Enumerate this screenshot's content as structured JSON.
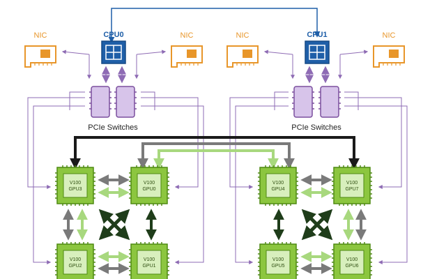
{
  "colors": {
    "cpu_blue": "#1f5fa8",
    "nic_orange": "#e8962a",
    "pcie_purple": "#b79bd3",
    "pcie_border": "#7b4f9e",
    "gpu_green": "#76b82a",
    "gpu_dark": "#4e8a12",
    "link_black": "#1a1a1a",
    "link_gray": "#7a7a7a",
    "link_light_green": "#a8d87e",
    "link_dark_green": "#1f3d1a",
    "purple_line": "#8e6bb4"
  },
  "labels": {
    "nic": "NIC",
    "cpu0": "CPU0",
    "cpu1": "CPU1",
    "pcie_switches": "PCIe Switches"
  },
  "gpus": {
    "gpu3": {
      "model": "V100",
      "name": "GPU3"
    },
    "gpu0": {
      "model": "V100",
      "name": "GPU0"
    },
    "gpu2": {
      "model": "V100",
      "name": "GPU2"
    },
    "gpu1": {
      "model": "V100",
      "name": "GPU1"
    },
    "gpu4": {
      "model": "V100",
      "name": "GPU4"
    },
    "gpu7": {
      "model": "V100",
      "name": "GPU7"
    },
    "gpu5": {
      "model": "V100",
      "name": "GPU5"
    },
    "gpu6": {
      "model": "V100",
      "name": "GPU6"
    }
  }
}
